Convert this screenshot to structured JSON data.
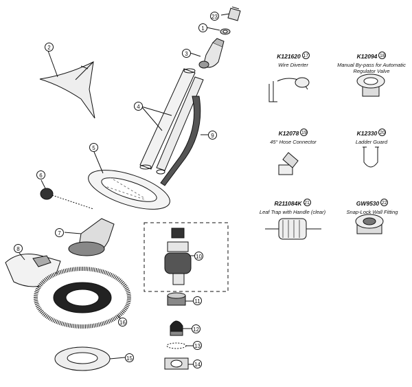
{
  "callouts": {
    "c1": "1",
    "c2": "2",
    "c3": "3",
    "c4": "4",
    "c5": "5",
    "c6": "6",
    "c7": "7",
    "c8": "8",
    "c9": "9",
    "c10": "10",
    "c11": "11",
    "c12": "12",
    "c13": "13",
    "c14": "14",
    "c15": "15",
    "c16": "16",
    "c23": "23"
  },
  "accessories": [
    {
      "code": "K121620",
      "num": "17",
      "desc": "Wire Diverter"
    },
    {
      "code": "K12094",
      "num": "18",
      "desc": "Manual By-pass for Automatic Regulator Valve"
    },
    {
      "code": "K12078",
      "num": "19",
      "desc": "45° Hose Connector"
    },
    {
      "code": "K12330",
      "num": "20",
      "desc": "Ladder Guard"
    },
    {
      "code": "R211084K",
      "num": "21",
      "desc": "Leaf Trap with Handle (clear)"
    },
    {
      "code": "GW9530",
      "num": "22",
      "desc": "Snap-Lock Wall Fitting"
    }
  ]
}
